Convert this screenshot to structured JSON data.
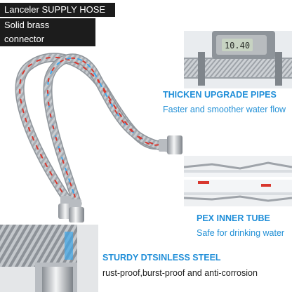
{
  "header": {
    "line1": "Lanceler SUPPLY HOSE",
    "line2": "Solid brass connector"
  },
  "features": [
    {
      "title": "THICKEN UPGRADE PIPES",
      "subtitle": "Faster and smoother water flow"
    },
    {
      "title": "PEX INNER TUBE",
      "subtitle": "Safe for drinking water"
    },
    {
      "title": "STURDY DTSINLESS STEEL",
      "subtitle": "rust-proof,burst-proof and anti-corrosion"
    }
  ],
  "caliper_readout": "10.40",
  "colors": {
    "title_blue": "#1f8ed8",
    "badge_bg": "#1c1c1c",
    "braid_red": "#d8372e",
    "braid_blue": "#3fa6e8"
  }
}
